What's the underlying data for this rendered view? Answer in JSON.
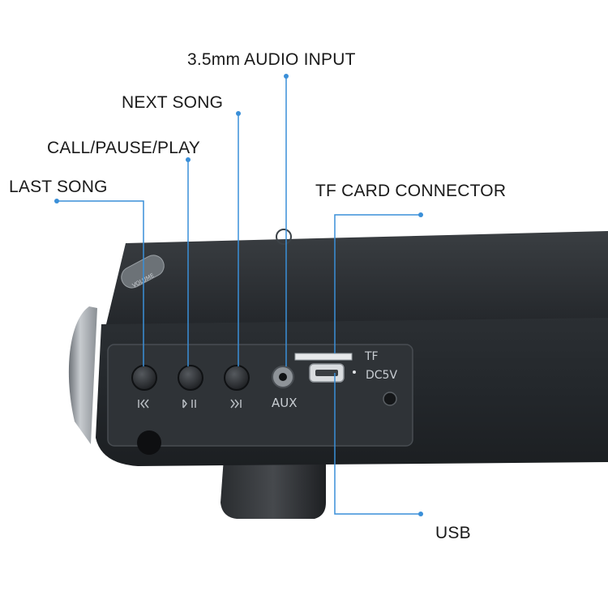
{
  "callouts": {
    "audio_input": "3.5mm AUDIO INPUT",
    "next_song": "NEXT SONG",
    "call_pause_play": "CALL/PAUSE/PLAY",
    "last_song": "LAST SONG",
    "tf_card": "TF CARD CONNECTOR",
    "usb": "USB"
  },
  "panel": {
    "aux": "AUX",
    "tf": "TF",
    "dc": "DC5V",
    "volume": "VOLUME"
  },
  "icons": {
    "prev": "previous-track-icon",
    "play_pause": "play-pause-icon",
    "next": "next-track-icon"
  },
  "colors": {
    "leader_line": "#3a8fd8",
    "body": "#25292d",
    "panel": "#2f3337"
  }
}
